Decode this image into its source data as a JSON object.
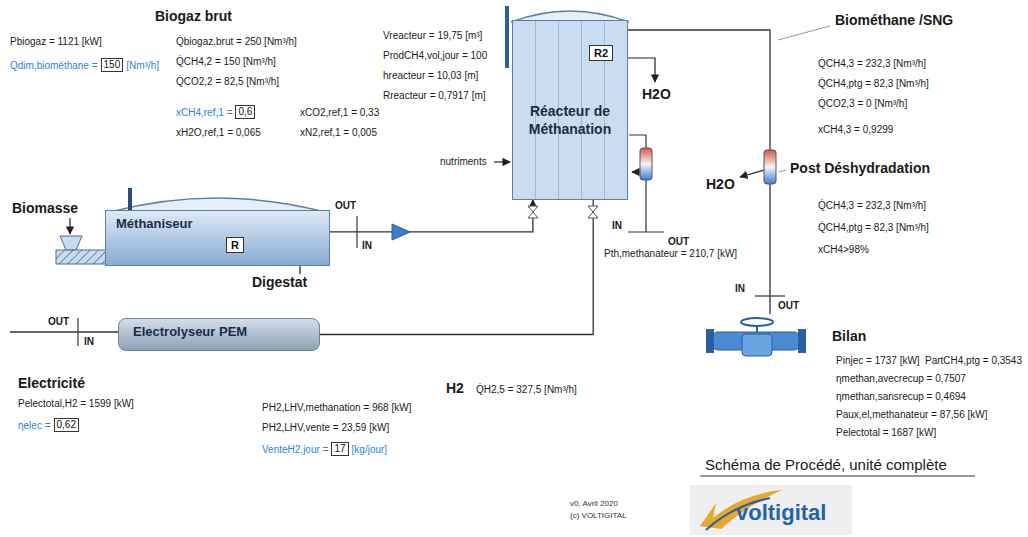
{
  "diagram": {
    "title": "Schéma de Procédé, unité complète",
    "nodes": [
      {
        "text": [
          "Méthaniseur"
        ]
      },
      {
        "text": [
          "R"
        ],
        "in": 0
      },
      {
        "text": [
          "Réacteur de Méthanation"
        ]
      },
      {
        "text": [
          "R2"
        ],
        "in": 2
      },
      {
        "text": [
          "Electrolyseur PEM"
        ]
      }
    ],
    "edges": [
      {
        "from": 0,
        "to": 2,
        "arrow": "to"
      },
      {
        "from": 4,
        "to": 2,
        "arrow": "none"
      }
    ],
    "labels": [
      "Biogaz brut",
      "Pbiogaz = 1121 [kW]",
      "Qdim,biométhane =",
      "150",
      "[Nm³/h]",
      "Q̇biogaz,brut = 250 [Nm³/h]",
      "Q̇CH4,2 = 150 [Nm³/h]",
      "Q̇CO2,2 = 82,5 [Nm³/h]",
      "xCH4,ref,1 =",
      "0,6",
      "xCO2,ref,1 = 0,33",
      "xH2O,ref,1 = 0,065",
      "xN2,ref,1 = 0,005",
      "Vreacteur = 19,75 [m³]",
      "ProdCH4,vol,jour = 100",
      "hreacteur = 10,03 [m]",
      "Rreacteur = 0,7917 [m]",
      "H2O",
      "nutriments",
      "IN",
      "OUT",
      "Pth,methanateur = 210,7 [kW]",
      "Biométhane /SNG",
      "Q̇CH4,3 = 232,3 [Nm³/h]",
      "Q̇CH4,ptg = 82,3 [Nm³/h]",
      "Q̇CO2,3 = 0 [Nm³/h]",
      "xCH4,3 = 0,9299",
      "H2O",
      "Post Déshydradation",
      "Q̇CH4,3 = 232,3 [Nm³/h]",
      "Q̇CH4,ptg = 82,3 [Nm³/h]",
      "xCH4>98%",
      "IN",
      "OUT",
      "Bilan",
      "Pinjec = 1737 [kW]",
      "PartCH4,ptg = 0,3543",
      "ηmethan,avecrecup = 0,7507",
      "ηmethan,sansrecup = 0,4694",
      "Paux,el,methanateur = 87,56 [kW]",
      "Pelectotal = 1687 [kW]",
      "v0, Avril 2020",
      "(c) VOLTIGITAL",
      "voltigital",
      "Biomasse",
      "OUT",
      "IN",
      "Digestat",
      "OUT",
      "IN",
      "Electricité",
      "Pelectotal,H2 = 1599 [kW]",
      "ηelec =",
      "0,62",
      "H2",
      "Q̇H2,5 = 327,5 [Nm³/h]",
      "PH2,LHV,methanation = 968 [kW]",
      "PH2,LHV,vente = 23,59 [kW]",
      "VenteH2,jour =",
      "17",
      "[kg/jour]"
    ]
  }
}
